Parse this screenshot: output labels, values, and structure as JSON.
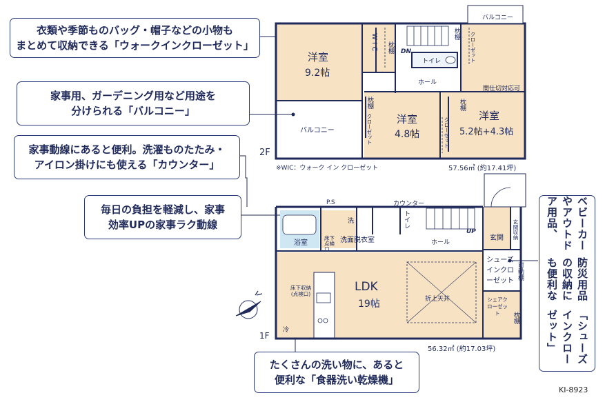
{
  "callouts": {
    "wic": [
      "衣類や季節ものバッグ・帽子などの小物も",
      "まとめて収納できる「ウォークインクローゼット」"
    ],
    "balcony": [
      "家事用、ガーデニング用など用途を",
      "分けられる「バルコニー」"
    ],
    "counter": [
      "家事動線にあると便利。洗濯ものたたみ・",
      "アイロン掛けにも使える「カウンター」"
    ],
    "housework": [
      "毎日の負担を軽減し、家事",
      "効率UPの家事ラク動線"
    ],
    "dishwasher": [
      "たくさんの洗い物に、あると",
      "便利な「食器洗い乾燥機」"
    ],
    "shoes": [
      "ベビーカーやアウトドア用品、",
      "防災用品の収納にも便利な",
      "「シューズインクローゼット」"
    ]
  },
  "floor2": {
    "label": "2F",
    "note": "※WIC：ウォーク イン クローゼット",
    "area": "57.56㎡ (約17.41坪)",
    "rooms": {
      "youshitsu1": {
        "name": "洋室",
        "size": "9.2帖"
      },
      "youshitsu2": {
        "name": "洋室",
        "size": "4.8帖"
      },
      "youshitsu3": {
        "name": "洋室",
        "size": "5.2帖+4.3帖"
      },
      "wic": "W I C",
      "balcony_top": "バルコニー",
      "balcony_left": "バルコニー",
      "toilet": "トイレ",
      "hall": "ホール",
      "dn": "DN",
      "partition": "間仕切対応可",
      "shelf": "枕棚",
      "closet": "クローゼット"
    }
  },
  "floor1": {
    "label": "1F",
    "area": "56.32㎡ (約17.03坪)",
    "rooms": {
      "ldk": {
        "name": "LDK",
        "size": "19帖"
      },
      "fukiage": "折上天井",
      "bath": "浴室",
      "washroom": "洗面脱衣室",
      "hall": "ホール",
      "genkan": "玄関",
      "toilet": "トイレ",
      "counter": "カウンター",
      "ps": "P.S",
      "up": "UP",
      "wash": "洗",
      "fridge": "冷",
      "underfloor1": "床下点検口",
      "underfloor_storage": "床下収納(点検口)",
      "shoes_closet": "シューズインクローゼット",
      "share_closet": "シェアクローゼット",
      "movable_shelf": "可動棚",
      "genkan_storage": "玄関収納",
      "shelf": "枕棚"
    }
  },
  "code": "KI-8923",
  "colors": {
    "accent": "#1f2a5a",
    "room_fill": "#f7e3c4",
    "wall": "#1f2a5a",
    "bath_fill": "#cfe6f3"
  }
}
